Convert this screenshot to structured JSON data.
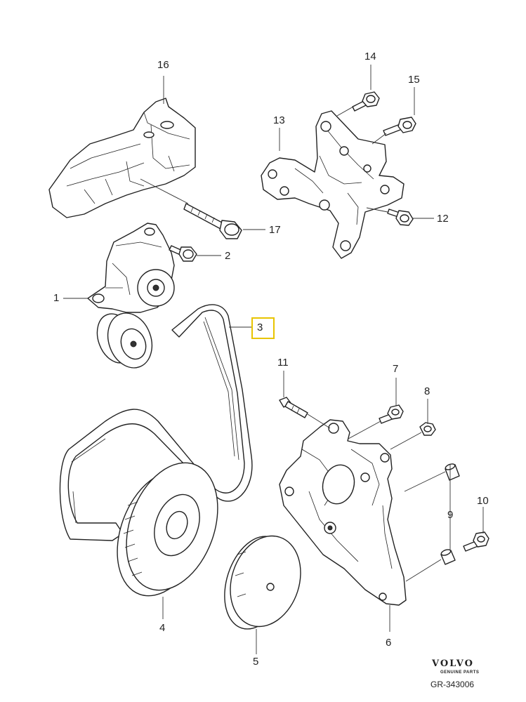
{
  "diagram": {
    "callouts": [
      {
        "id": "c1",
        "text": "1"
      },
      {
        "id": "c2",
        "text": "2"
      },
      {
        "id": "c3",
        "text": "3",
        "highlighted": true
      },
      {
        "id": "c4",
        "text": "4"
      },
      {
        "id": "c5",
        "text": "5"
      },
      {
        "id": "c6",
        "text": "6"
      },
      {
        "id": "c7",
        "text": "7"
      },
      {
        "id": "c8",
        "text": "8"
      },
      {
        "id": "c9",
        "text": "9"
      },
      {
        "id": "c10",
        "text": "10"
      },
      {
        "id": "c11",
        "text": "11"
      },
      {
        "id": "c12",
        "text": "12"
      },
      {
        "id": "c13",
        "text": "13"
      },
      {
        "id": "c14",
        "text": "14"
      },
      {
        "id": "c15",
        "text": "15"
      },
      {
        "id": "c16",
        "text": "16"
      },
      {
        "id": "c17",
        "text": "17"
      }
    ],
    "highlight_color": "#e8c400"
  },
  "branding": {
    "logo_text": "VOLVO",
    "logo_subtext": "GENUINE PARTS",
    "document_number": "GR-343006"
  }
}
